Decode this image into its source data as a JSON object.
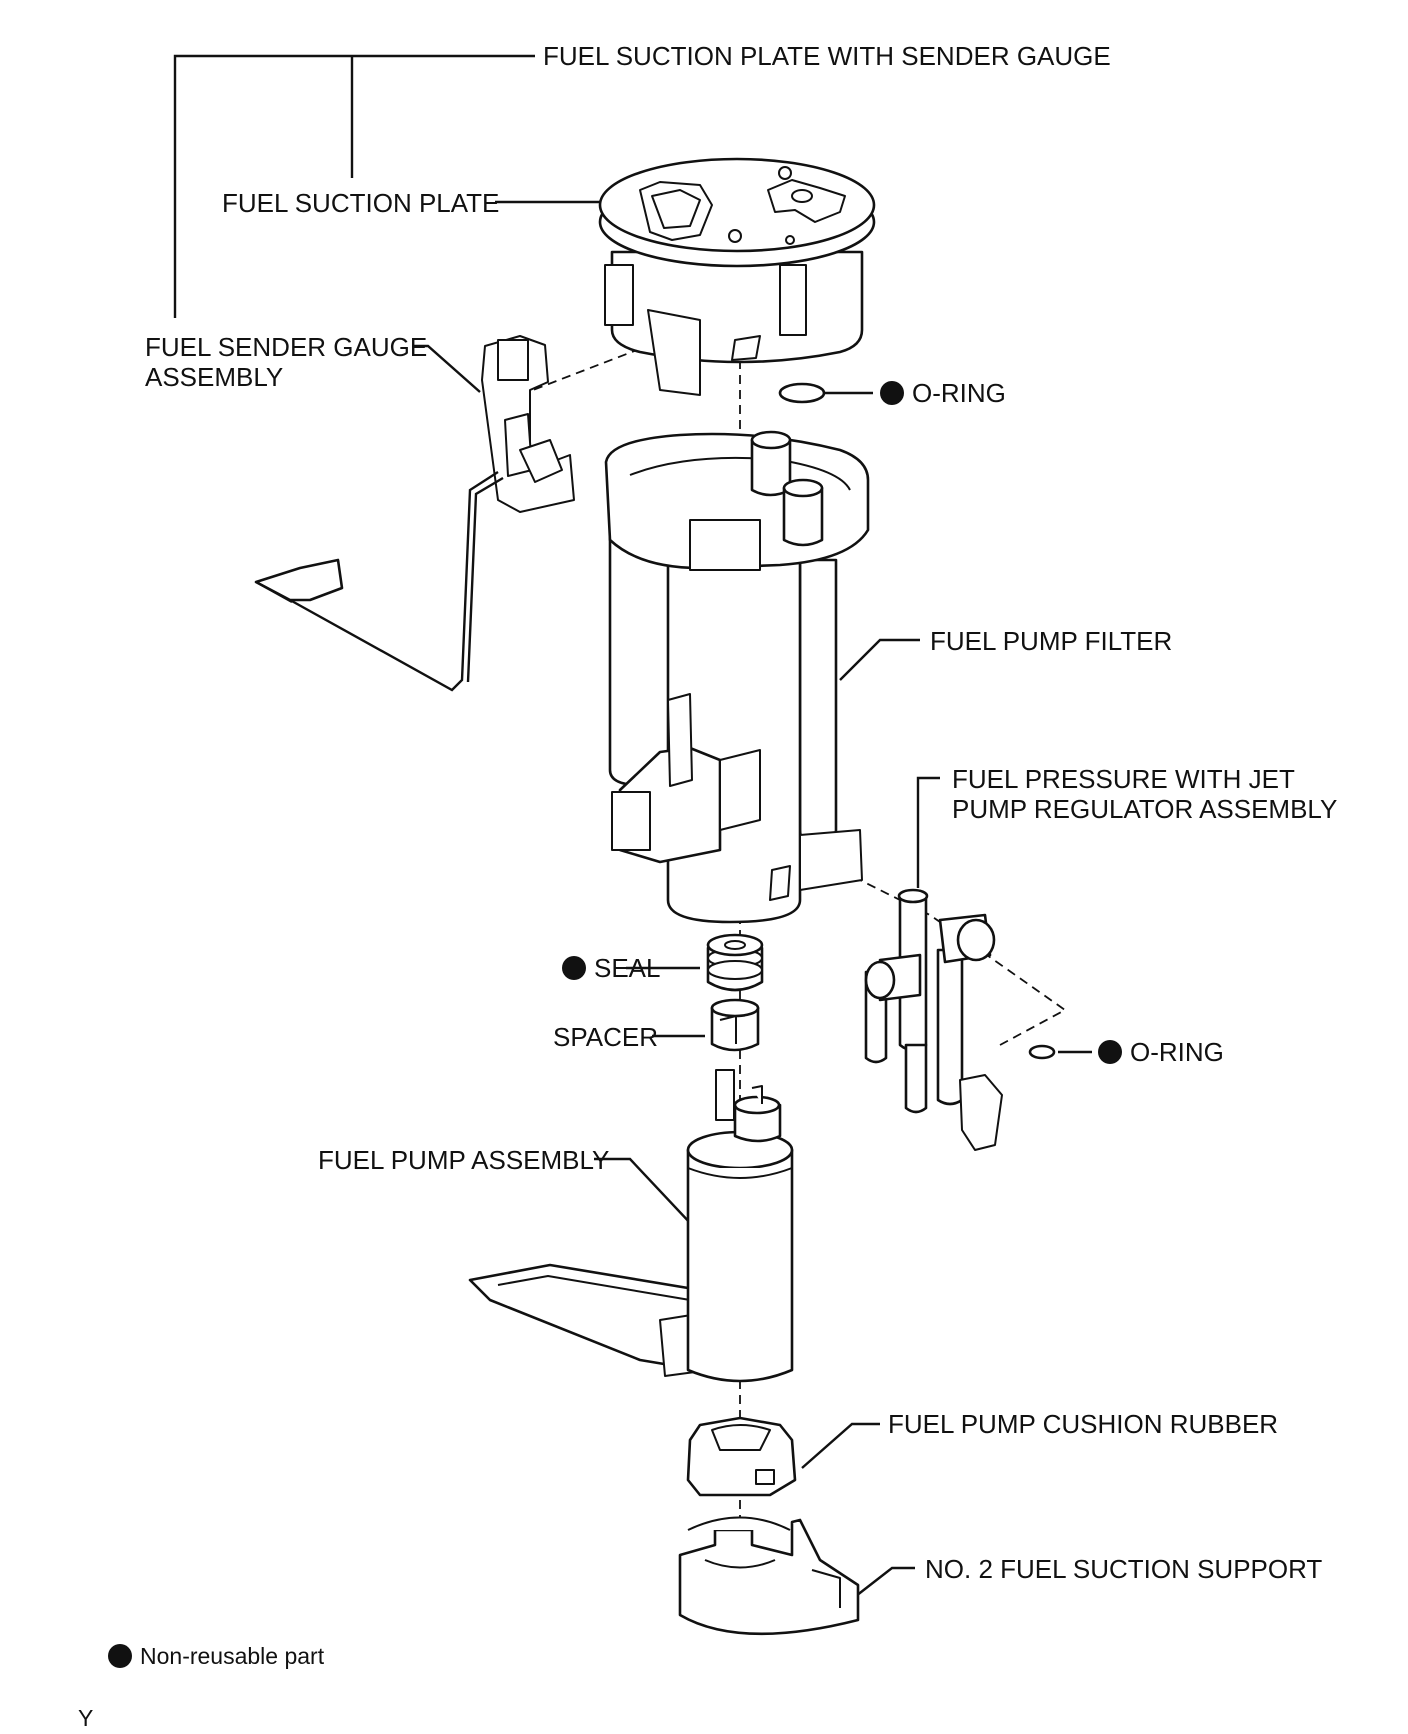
{
  "diagram": {
    "labels": {
      "plate_with_gauge": "FUEL SUCTION PLATE WITH SENDER GAUGE",
      "suction_plate": "FUEL SUCTION PLATE",
      "sender_gauge_line1": "FUEL SENDER GAUGE",
      "sender_gauge_line2": "ASSEMBLY",
      "o_ring_top": "O-RING",
      "pump_filter": "FUEL PUMP FILTER",
      "regulator_line1": "FUEL PRESSURE WITH JET",
      "regulator_line2": "PUMP REGULATOR ASSEMBLY",
      "seal": "SEAL",
      "spacer": "SPACER",
      "o_ring_right": "O-RING",
      "pump_assembly": "FUEL PUMP ASSEMBLY",
      "cushion_rubber": "FUEL PUMP CUSHION RUBBER",
      "suction_support": "NO. 2 FUEL SUCTION SUPPORT"
    },
    "legend": {
      "symbol": "filled-circle",
      "text": "Non-reusable part"
    },
    "corner_code": "Y",
    "colors": {
      "ink": "#111111",
      "background": "#ffffff"
    }
  }
}
